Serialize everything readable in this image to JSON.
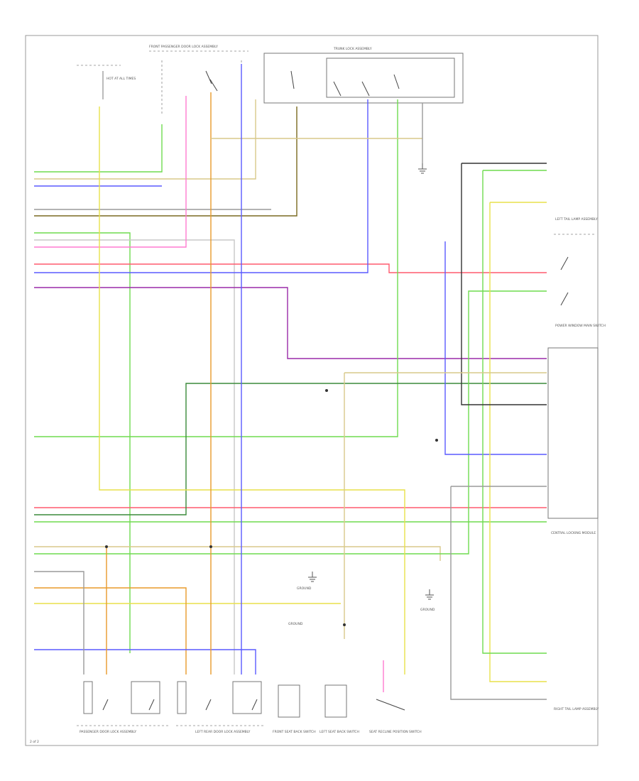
{
  "diagram": {
    "page_number": "2 of 2",
    "components": {
      "fuse_block": "HOT AT ALL TIMES",
      "front_pass_door": "FRONT PASSENGER DOOR LOCK ASSEMBLY",
      "trunk_lock": "TRUNK LOCK ASSEMBLY",
      "left_tail_lamp": "LEFT TAIL LAMP ASSEMBLY",
      "power_window_main_switch": "POWER WINDOW MAIN SWITCH",
      "module": "CENTRAL LOCKING MODULE",
      "right_tail_lamp": "RIGHT TAIL LAMP ASSEMBLY",
      "passenger_door": "PASSENGER DOOR LOCK ASSEMBLY",
      "left_rear_door": "LEFT REAR DOOR LOCK ASSEMBLY",
      "front_seat": "FRONT SEAT BACK SWITCH",
      "left_seat": "LEFT SEAT BACK SWITCH",
      "seat_recline": "SEAT RECLINE POSITION SWITCH",
      "ground_left": "GROUND",
      "ground_mid": "GROUND",
      "ground_right": "GROUND"
    },
    "wire_colors": {
      "yellow": "#e8e04a",
      "green": "#6fdc4f",
      "blue": "#5a5aff",
      "red": "#ff5a6e",
      "pink": "#ff7ad0",
      "orange": "#e89a2a",
      "purple": "#9a2aa8",
      "tan": "#d8c98a",
      "brown": "#7a6a20",
      "darkgreen": "#3a8a3a",
      "gray": "#9a9a9a",
      "black": "#333333",
      "lightgray": "#c8c8c8"
    }
  }
}
